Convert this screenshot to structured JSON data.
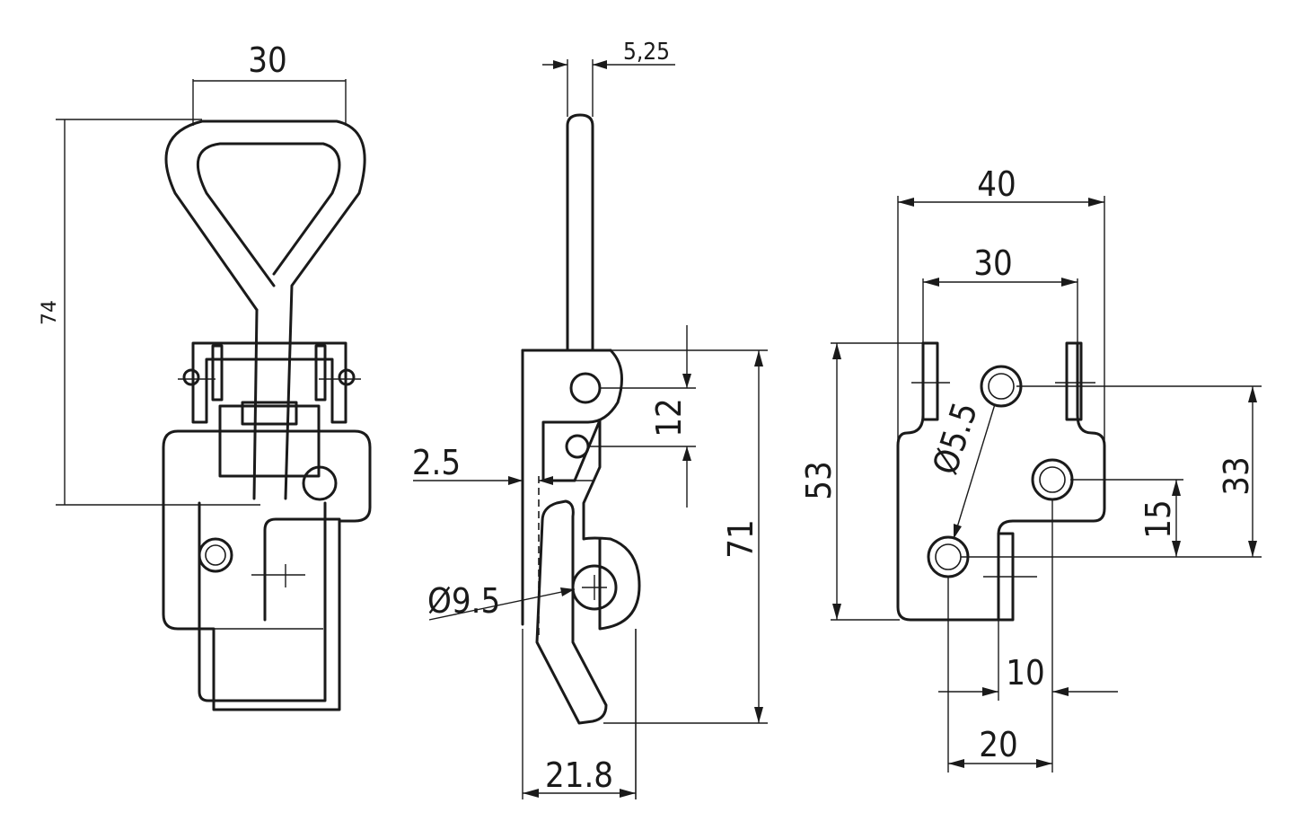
{
  "dimensions": {
    "front_width": "30",
    "front_height": "74",
    "side_rod": "5,25",
    "side_offset": "2.5",
    "side_hole_spacing": "12",
    "side_height": "71",
    "side_hole_dia": "Ø9.5",
    "side_depth": "21.8",
    "base_width": "40",
    "base_slot_spacing": "30",
    "base_height": "53",
    "base_hole_dia": "Ø5.5",
    "base_hole_offset": "15",
    "base_hole_spacing": "33",
    "base_x_10": "10",
    "base_x_20": "20"
  }
}
